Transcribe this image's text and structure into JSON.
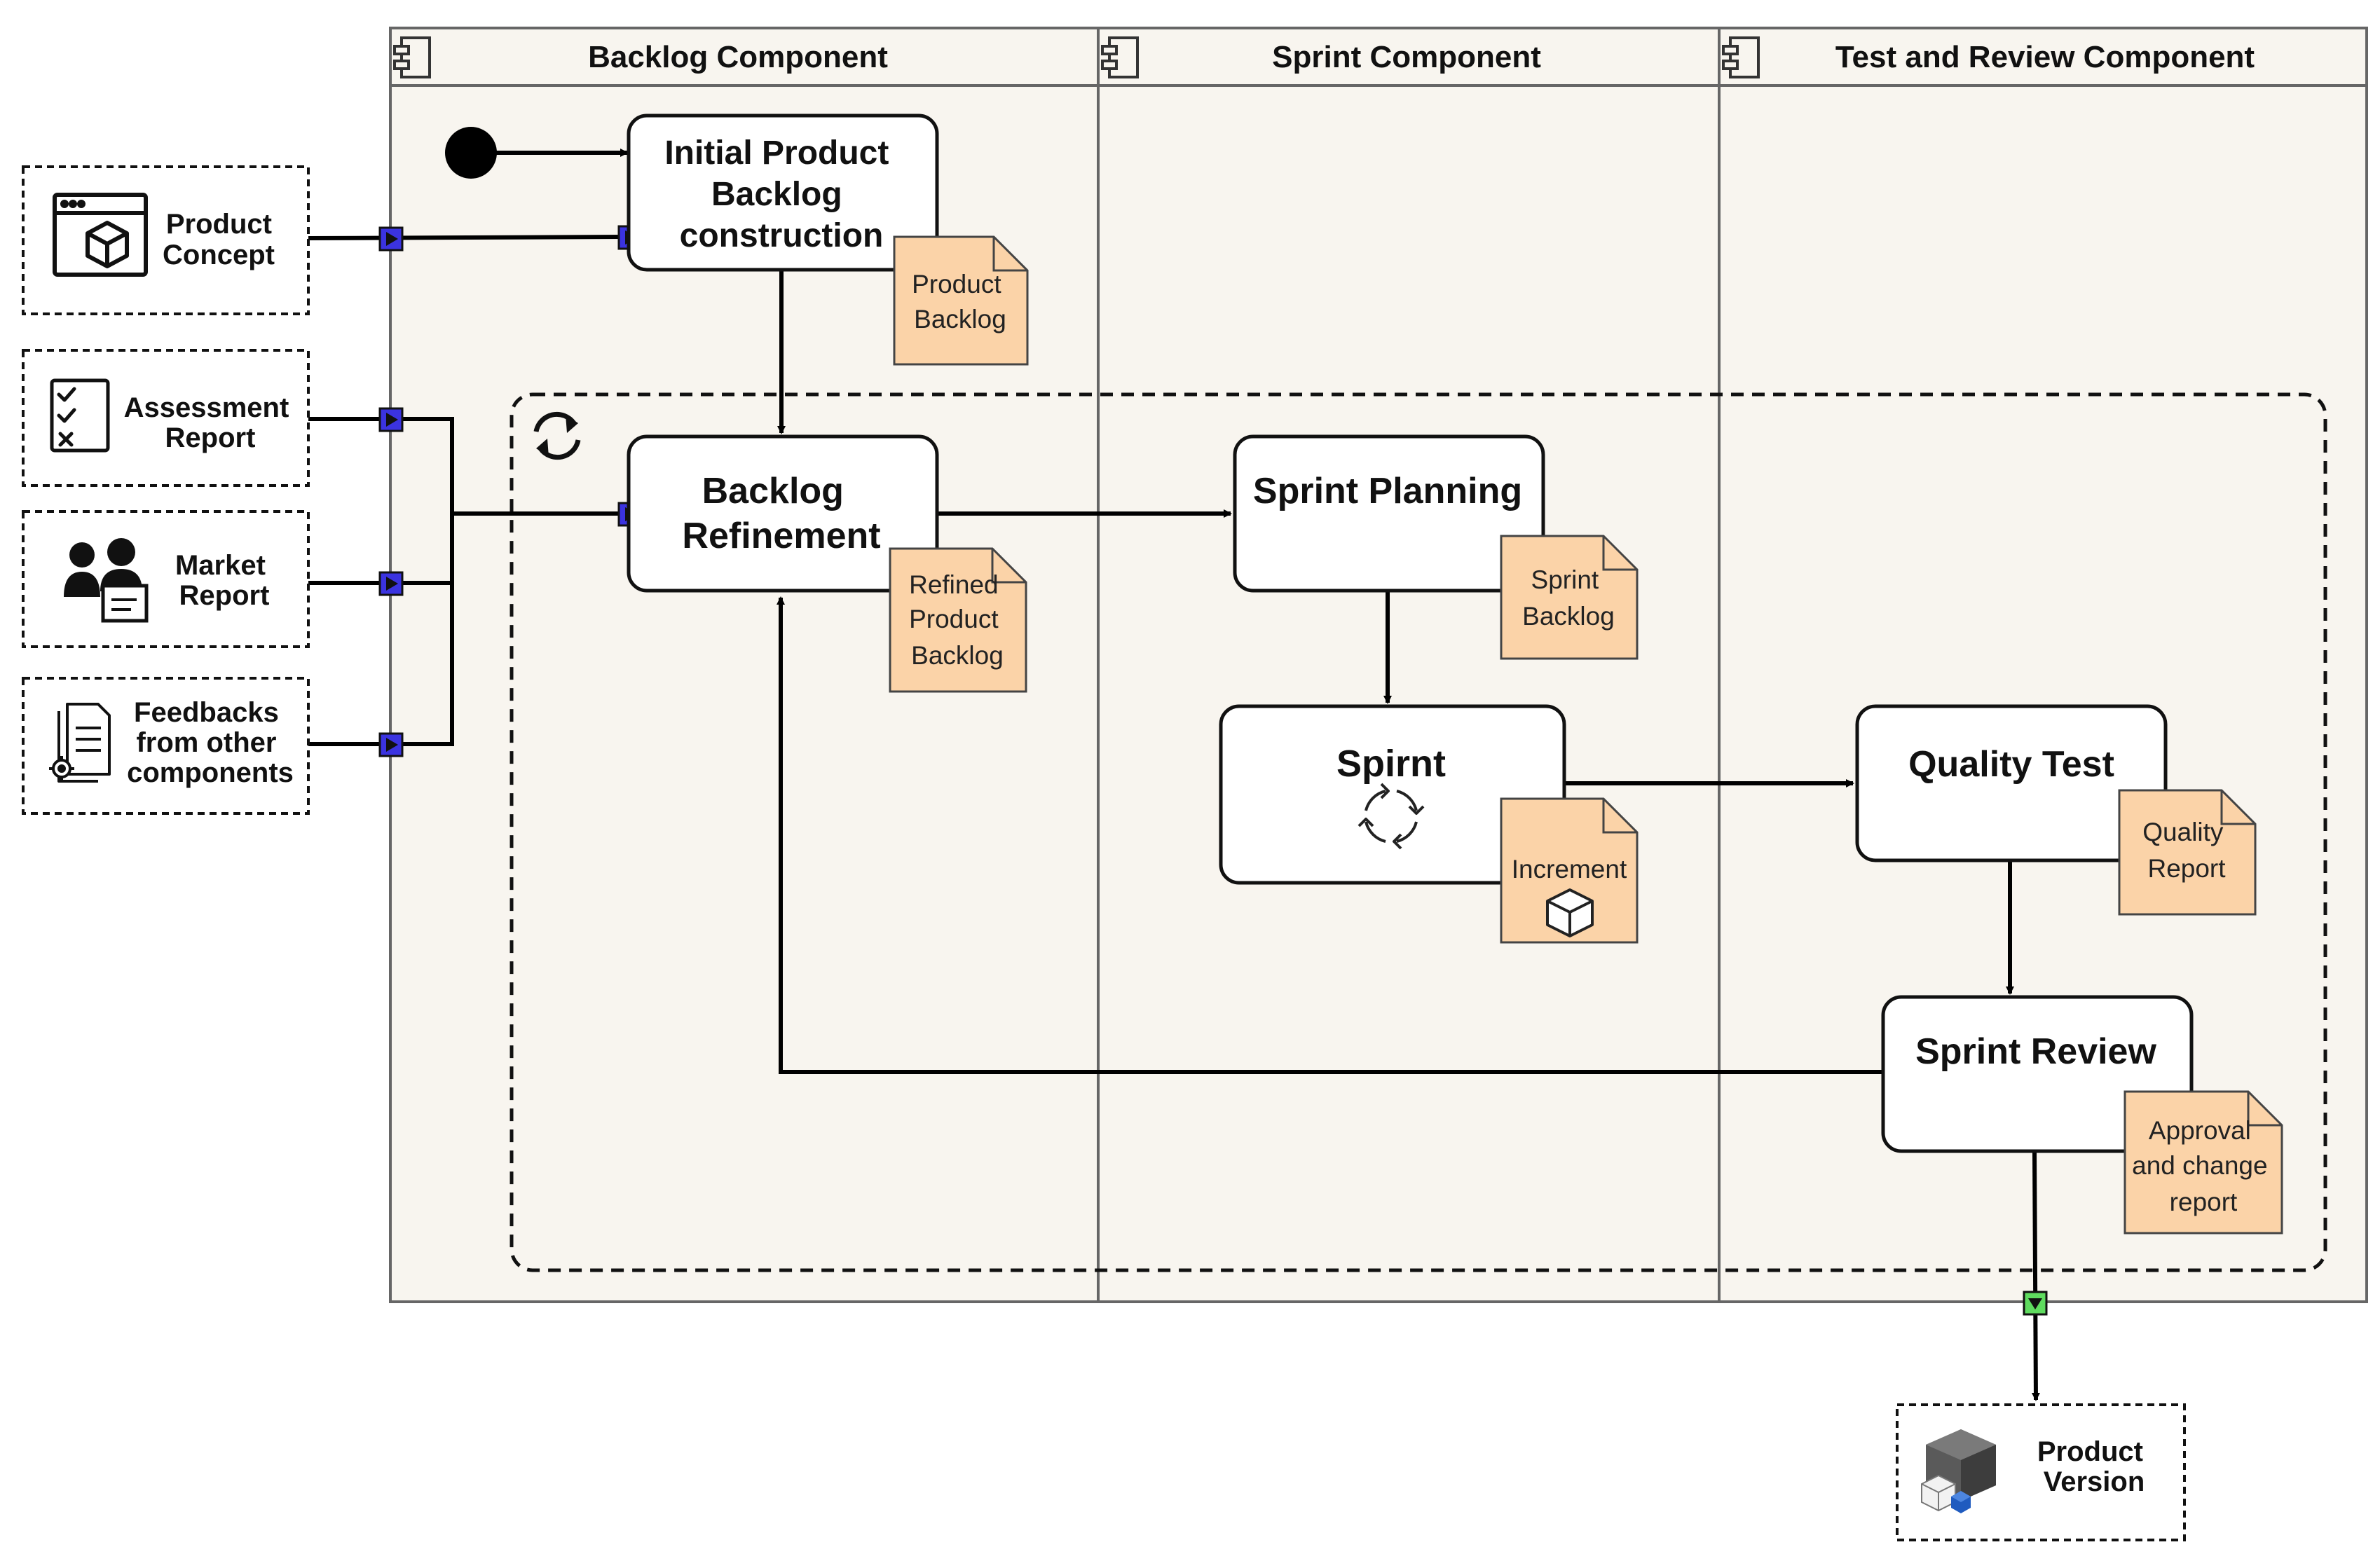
{
  "lanes": [
    {
      "title": "Backlog Component"
    },
    {
      "title": "Sprint Component"
    },
    {
      "title": "Test and Review Component"
    }
  ],
  "activities": {
    "initial_backlog": [
      "Initial Product",
      "Backlog",
      "construction"
    ],
    "backlog_refinement": [
      "Backlog",
      "Refinement"
    ],
    "sprint_planning": [
      "Sprint Planning"
    ],
    "sprint": [
      "Spirnt"
    ],
    "quality_test": [
      "Quality Test"
    ],
    "sprint_review": [
      "Sprint Review"
    ]
  },
  "artifacts": {
    "product_backlog": [
      "Product",
      "Backlog"
    ],
    "refined_backlog": [
      "Refined",
      "Product",
      "Backlog"
    ],
    "sprint_backlog": [
      "Sprint",
      "Backlog"
    ],
    "increment": [
      "Increment"
    ],
    "quality_report": [
      "Quality",
      "Report"
    ],
    "approval_report": [
      "Approval",
      "and change",
      "report"
    ]
  },
  "inputs": {
    "product_concept": [
      "Product",
      "Concept"
    ],
    "assessment_report": [
      "Assessment",
      "Report"
    ],
    "market_report": [
      "Market",
      "Report"
    ],
    "feedbacks": [
      "Feedbacks",
      "from other",
      "components"
    ]
  },
  "output": {
    "product_version": [
      "Product",
      "Version"
    ]
  },
  "colors": {
    "lane_fill": "#f8f5ef",
    "note_fill": "#fbd3a8",
    "input_pin": "#3b33e0",
    "output_pin": "#5fdc5f"
  },
  "icons": {
    "component": "component-icon",
    "loop": "loop-arrows-icon",
    "sprint_cycle": "cycle-icon",
    "product_concept": "browser-box-icon",
    "assessment": "checklist-icon",
    "market": "people-report-icon",
    "feedbacks": "documents-gear-icon",
    "increment": "cube-icon",
    "product_version": "stacked-cubes-icon"
  }
}
